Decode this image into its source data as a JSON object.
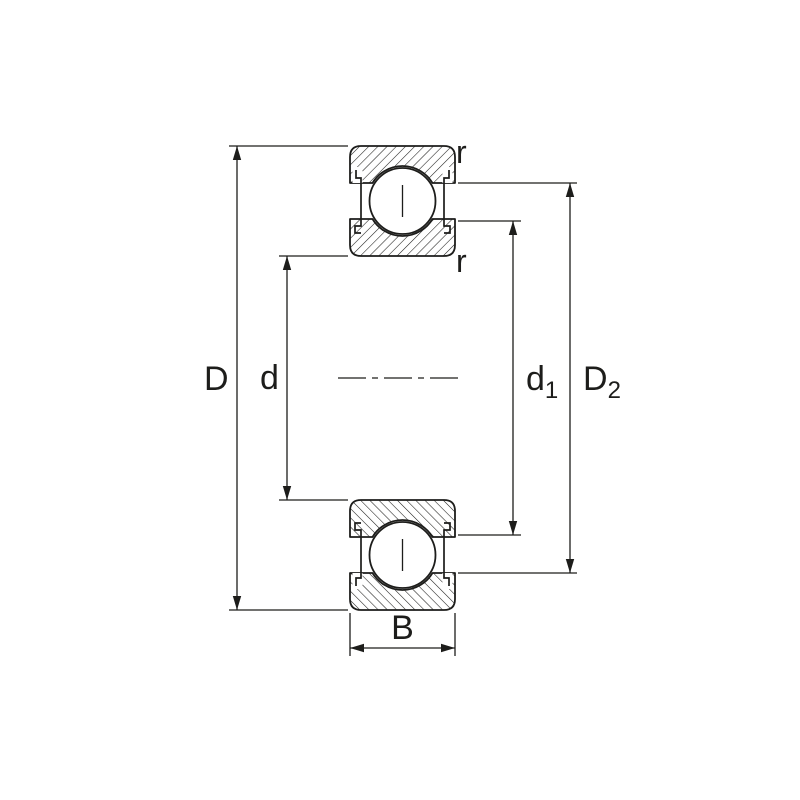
{
  "diagram": {
    "colors": {
      "line": "#1d1d1b",
      "background": "#ffffff"
    },
    "labels": {
      "D": "D",
      "d": "d",
      "d1_main": "d",
      "d1_sub": "1",
      "D2_main": "D",
      "D2_sub": "2",
      "B": "B",
      "r_top": "r",
      "r_mid": "r"
    }
  }
}
